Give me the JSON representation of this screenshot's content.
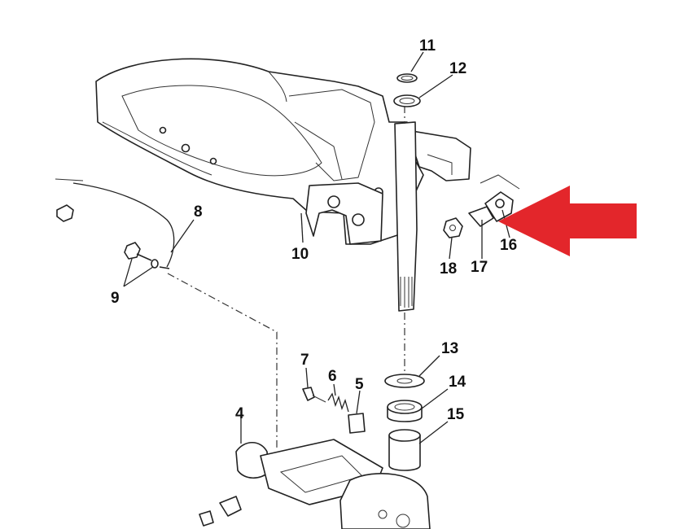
{
  "diagram": {
    "callouts": [
      {
        "id": "c1",
        "label": "4"
      },
      {
        "id": "c2",
        "label": "5"
      },
      {
        "id": "c3",
        "label": "6"
      },
      {
        "id": "c4",
        "label": "7"
      },
      {
        "id": "c5",
        "label": "8"
      },
      {
        "id": "c6",
        "label": "9"
      },
      {
        "id": "c7",
        "label": "10"
      },
      {
        "id": "c8",
        "label": "11"
      },
      {
        "id": "c9",
        "label": "12"
      },
      {
        "id": "c10",
        "label": "13"
      },
      {
        "id": "c11",
        "label": "14"
      },
      {
        "id": "c12",
        "label": "15"
      },
      {
        "id": "c13",
        "label": "16"
      },
      {
        "id": "c14",
        "label": "17"
      },
      {
        "id": "c15",
        "label": "18"
      }
    ],
    "arrow_color": "#e3262b",
    "line_color": "#222222"
  }
}
